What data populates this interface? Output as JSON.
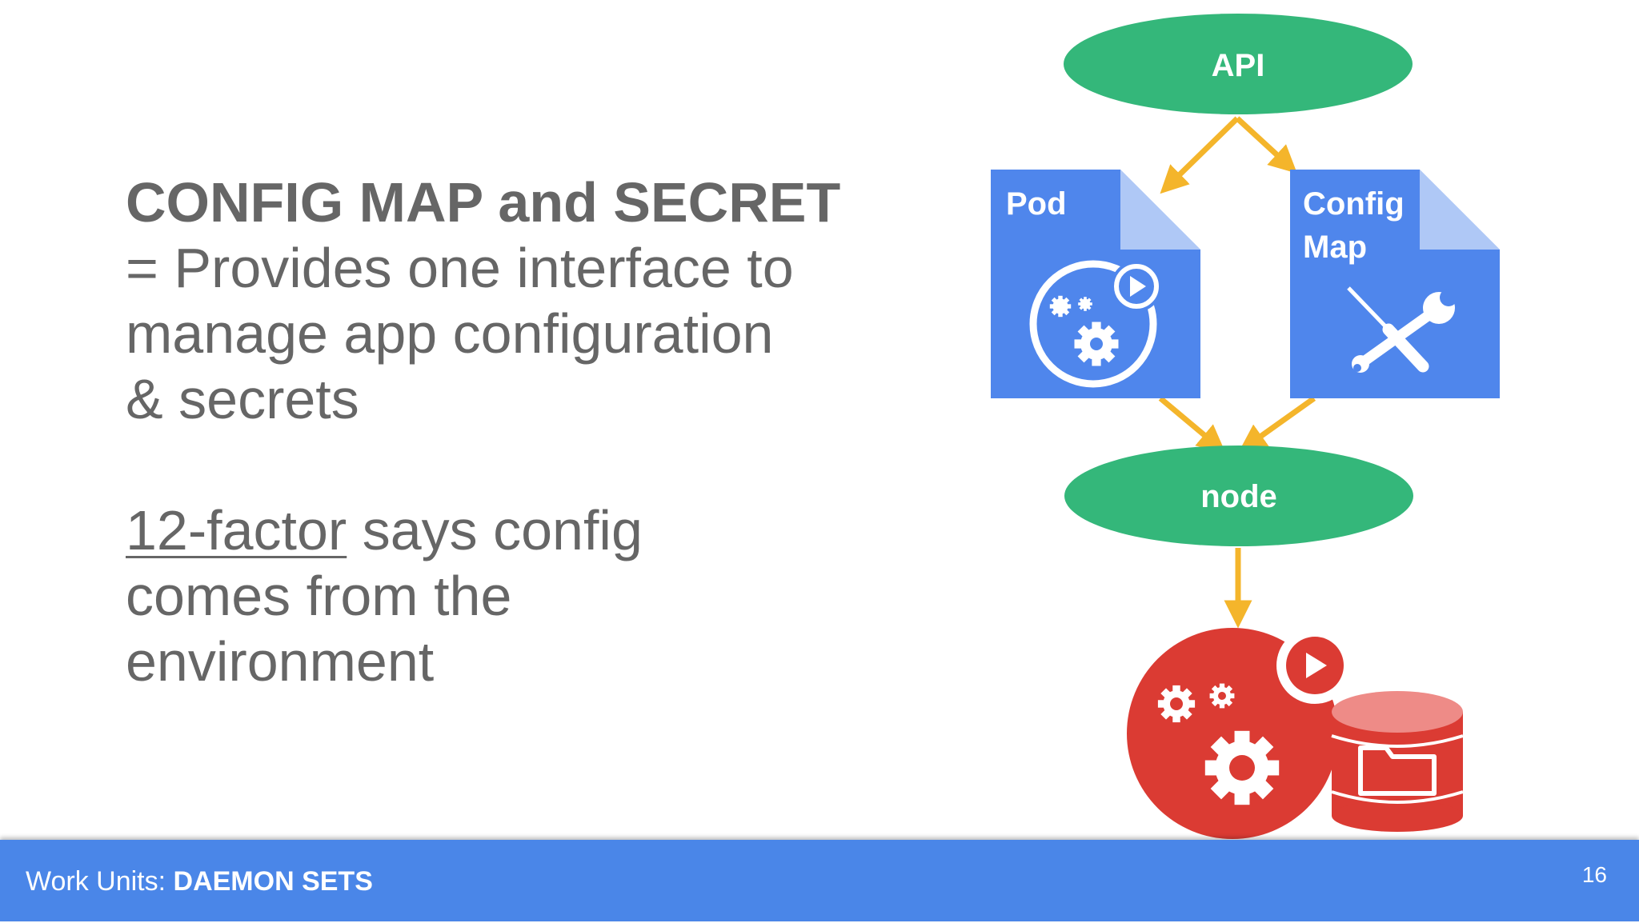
{
  "slide": {
    "heading": "CONFIG MAP and SECRET",
    "description_lines": [
      "= Provides one interface to",
      "manage app configuration",
      "& secrets"
    ],
    "link_text": "12-factor",
    "link_suffix": " says config",
    "note_lines": [
      "comes from the",
      "environment"
    ]
  },
  "diagram": {
    "api_label": "API",
    "pod_label": "Pod",
    "configmap_label_line1": "Config",
    "configmap_label_line2": "Map",
    "node_label": "node",
    "colors": {
      "ellipse": "#34b77a",
      "document": "#4f86ec",
      "arrow": "#f4b52b",
      "app": "#db3b33",
      "storage_top": "#ee8b87"
    }
  },
  "footer": {
    "prefix": "Work Units: ",
    "title": "DAEMON SETS",
    "page_number": "16",
    "color": "#4a86e8"
  }
}
